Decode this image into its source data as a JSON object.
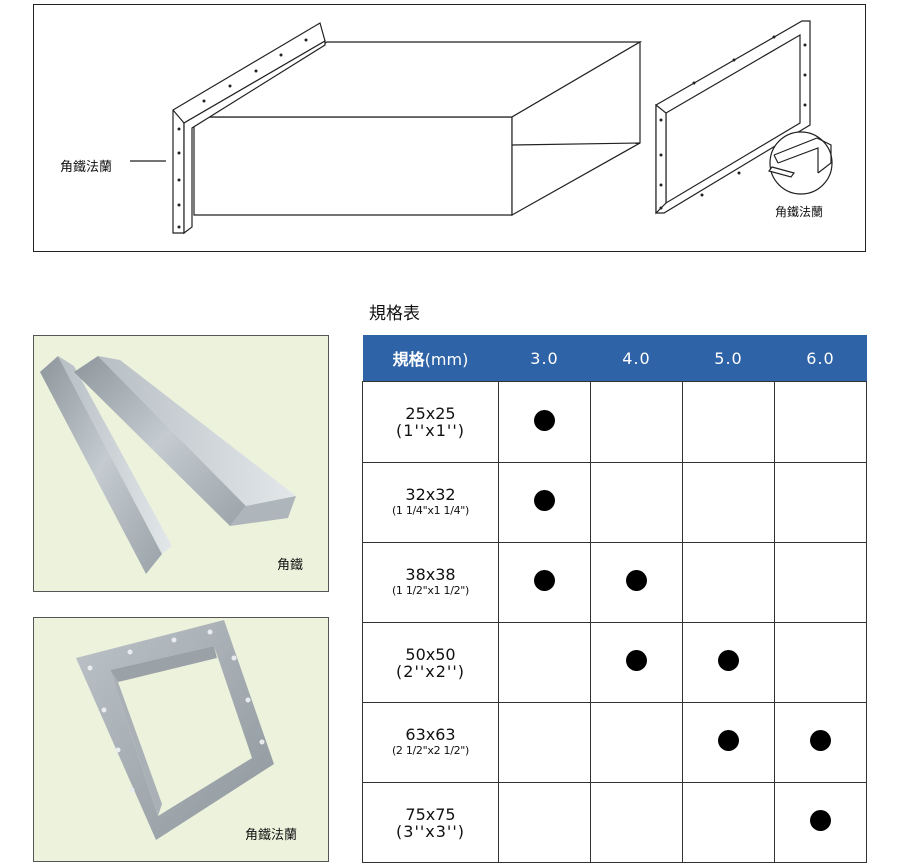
{
  "diagram": {
    "label_left": "角鐵法蘭",
    "label_right": "角鐵法蘭"
  },
  "photos": [
    {
      "caption": "角鐵"
    },
    {
      "caption": "角鐵法蘭"
    }
  ],
  "table": {
    "title": "規格表",
    "header_first_bold": "規格",
    "header_first_unit": "(mm)",
    "columns": [
      "3.0",
      "4.0",
      "5.0",
      "6.0"
    ],
    "rows": [
      {
        "size": "25x25",
        "inch": "(1''x1'')",
        "marks": [
          true,
          false,
          false,
          false
        ]
      },
      {
        "size": "32x32",
        "inch": "(1 1/4\"x1 1/4\")",
        "marks": [
          true,
          false,
          false,
          false
        ]
      },
      {
        "size": "38x38",
        "inch": "(1 1/2\"x1 1/2\")",
        "marks": [
          true,
          true,
          false,
          false
        ]
      },
      {
        "size": "50x50",
        "inch": "(2''x2'')",
        "marks": [
          false,
          true,
          true,
          false
        ]
      },
      {
        "size": "63x63",
        "inch": "(2 1/2\"x2 1/2\")",
        "marks": [
          false,
          false,
          true,
          true
        ]
      },
      {
        "size": "75x75",
        "inch": "(3''x3'')",
        "marks": [
          false,
          false,
          false,
          true
        ]
      }
    ]
  }
}
